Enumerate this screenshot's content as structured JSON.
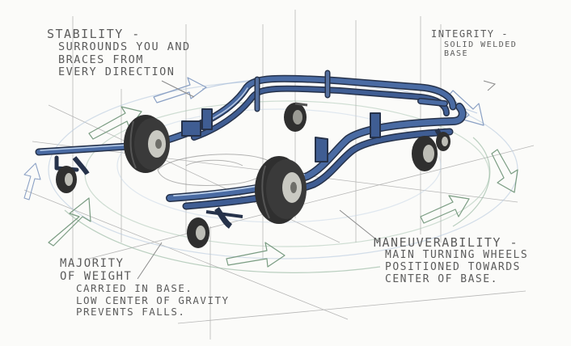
{
  "annotations": {
    "stability": {
      "heading": "Stability -",
      "lines": [
        "Surrounds you and",
        "Braces from",
        "Every Direction"
      ]
    },
    "integrity": {
      "heading": "Integrity -",
      "lines": [
        "Solid welded",
        "base"
      ]
    },
    "weight": {
      "heading": "Majority",
      "lines": [
        "of weight",
        "carried in base.",
        "Low center of gravity",
        "prevents falls."
      ]
    },
    "maneuverability": {
      "heading": "Maneuverability -",
      "lines": [
        "Main turning wheels",
        "positioned towards",
        "center of base."
      ]
    }
  },
  "colors": {
    "frame": "#3f5d93",
    "frame_dark": "#26324a",
    "tire": "#2f2f2f",
    "hub": "#c9c9c2",
    "pencil": "#8a8a8a",
    "arrow_green": "#8fb39a",
    "arrow_blue": "#9fb6d6"
  }
}
